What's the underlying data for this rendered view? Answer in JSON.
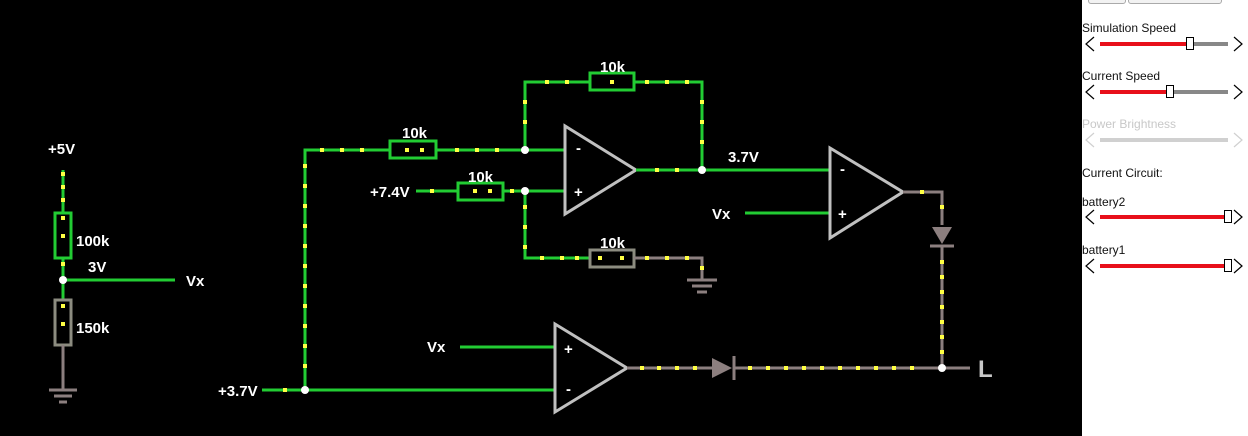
{
  "circuit": {
    "labels": {
      "plus5v": "+5V",
      "r100k": "100k",
      "v3": "3V",
      "vx_left": "Vx",
      "r150k": "150k",
      "r10k_top": "10k",
      "r10k_in": "10k",
      "r10k_pos": "10k",
      "r10k_gnd": "10k",
      "plus7_4v": "+7.4V",
      "v3_7": "3.7V",
      "vx_mid": "Vx",
      "vx_bot": "Vx",
      "plus3_7v": "+3.7V",
      "minus1": "-",
      "plus1": "+",
      "minus2": "-",
      "plus2": "+",
      "plus3": "+",
      "minus3": "-",
      "lamp": "L"
    },
    "colors": {
      "live_wire": "#22cc33",
      "dead_wire": "#8c7f7f",
      "current_dot": "#ffff44",
      "opamp": "#c0c0c0",
      "node": "#ffffff"
    }
  },
  "panel": {
    "sim_speed": {
      "label": "Simulation Speed",
      "level": 0.7
    },
    "current_speed": {
      "label": "Current Speed",
      "level": 0.55
    },
    "power_brightness": {
      "label": "Power Brightness",
      "enabled": false
    },
    "current_circuit_label": "Current Circuit:",
    "battery2": {
      "label": "battery2",
      "level": 1.0
    },
    "battery1": {
      "label": "battery1",
      "level": 1.0
    },
    "colors": {
      "fill": "#e8101a",
      "rest": "#888888",
      "disabled": "#d0d0d0"
    }
  }
}
